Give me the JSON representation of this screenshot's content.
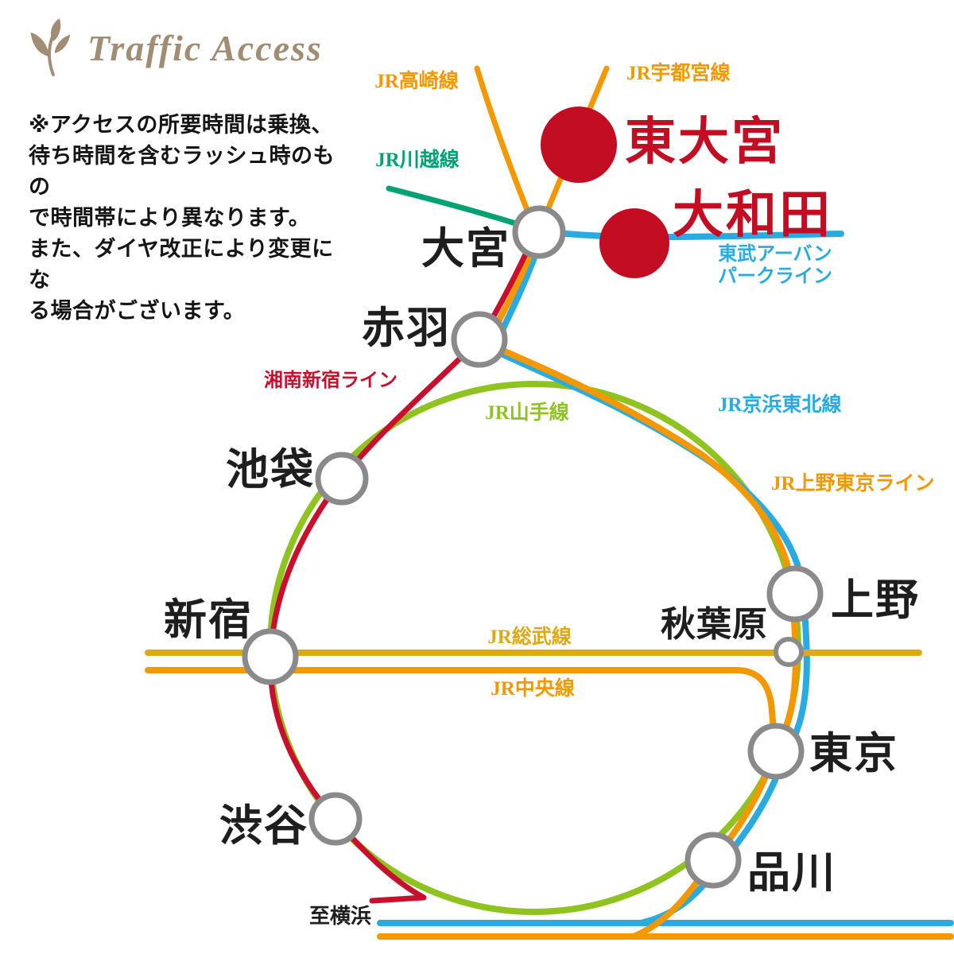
{
  "header": {
    "title": "Traffic Access",
    "disclaimer": "※アクセスの所要時間は乗換、\n待ち時間を含むラッシュ時のもの\nで時間帯により異なります。\nまた、ダイヤ改正により変更にな\nる場合がございます。"
  },
  "colors": {
    "jr_orange": "#F39800",
    "kawagoe_green": "#00A273",
    "keihin_cyan": "#29ABE2",
    "shonan_crimson": "#C8102E",
    "yamanote_lime": "#8FC31F",
    "sobu_yellow": "#DCA918",
    "station_red": "#C30D23",
    "station_ring_gray": "#8A8A8A",
    "label_black": "#1E1E1E",
    "brand_brown": "#A08D73"
  },
  "lines": {
    "takasaki": "JR高崎線",
    "utsunomiya": "JR宇都宮線",
    "kawagoe": "JR川越線",
    "tobu_urban_park_line1": "東武アーバン",
    "tobu_urban_park_line2": "パークライン",
    "shonan_shinjuku": "湘南新宿ライン",
    "yamanote": "JR山手線",
    "keihin_tohoku": "JR京浜東北線",
    "ueno_tokyo": "JR上野東京ライン",
    "sobu": "JR総武線",
    "chuo": "JR中央線"
  },
  "stations": {
    "higashi_omiya": "東大宮",
    "owada": "大和田",
    "omiya": "大宮",
    "akabane": "赤羽",
    "ikebukuro": "池袋",
    "shinjuku": "新宿",
    "shibuya": "渋谷",
    "ueno": "上野",
    "akihabara": "秋葉原",
    "tokyo": "東京",
    "shinagawa": "品川",
    "to_yokohama": "至横浜"
  }
}
